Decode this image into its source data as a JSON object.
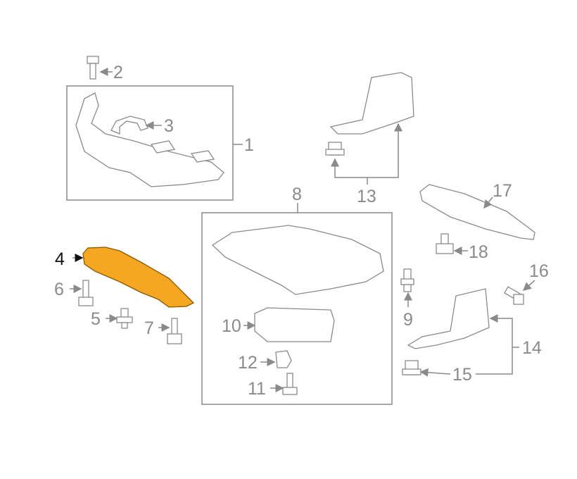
{
  "diagram": {
    "highlighted_part": "4",
    "highlight_color": "#f5a623",
    "line_color": "#8a8a8a",
    "callouts": {
      "c1": "1",
      "c2": "2",
      "c3": "3",
      "c4": "4",
      "c5": "5",
      "c6": "6",
      "c7": "7",
      "c8": "8",
      "c9": "9",
      "c10": "10",
      "c11": "11",
      "c12": "12",
      "c13": "13",
      "c14": "14",
      "c15": "15",
      "c16": "16",
      "c17": "17",
      "c18": "18"
    }
  }
}
